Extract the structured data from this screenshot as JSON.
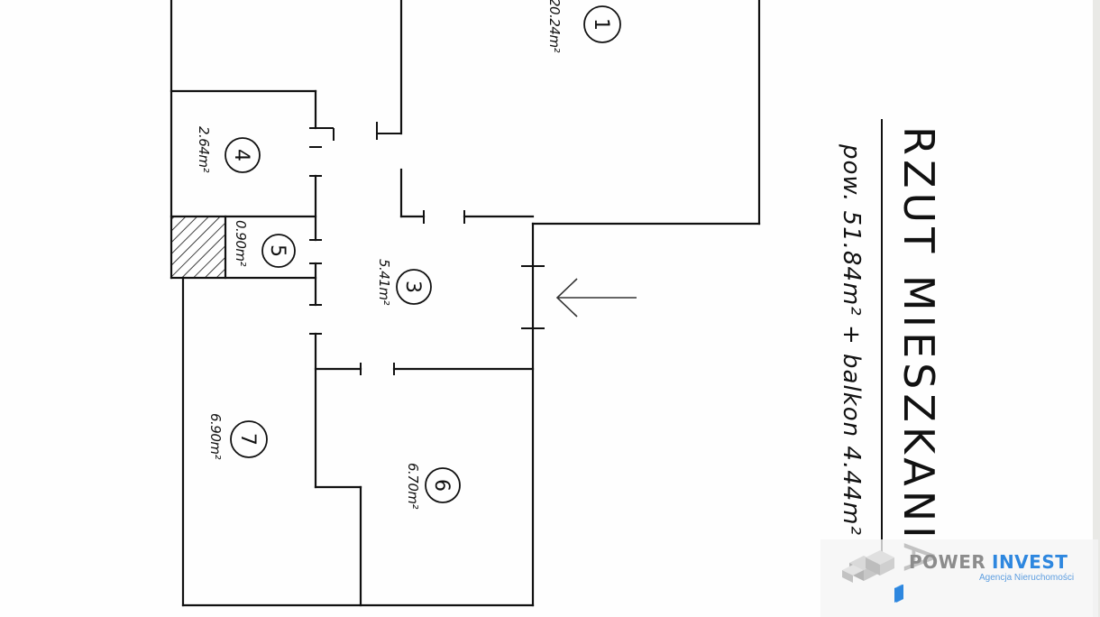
{
  "plan": {
    "title": "RZUT MIESZKANIA",
    "subtitle": "pow. 51.84m² + balkon 4.44m²",
    "rooms": [
      {
        "number": "1",
        "area": "20.24m²"
      },
      {
        "number": "3",
        "area": "5.41m²"
      },
      {
        "number": "4",
        "area": "2.64m²"
      },
      {
        "number": "5",
        "area": "0.90m²"
      },
      {
        "number": "6",
        "area": "6.70m²"
      },
      {
        "number": "7",
        "area": "6.90m²"
      }
    ]
  },
  "logo": {
    "brand_part1": "POWER",
    "brand_part2": "INVEST",
    "tagline": "Agencja Nieruchomości",
    "colors": {
      "grey": "#8c8c8c",
      "blue": "#2e87df"
    }
  },
  "icons": {
    "entrance": "entrance-arrow-icon",
    "logo": "cube-logo-icon"
  }
}
